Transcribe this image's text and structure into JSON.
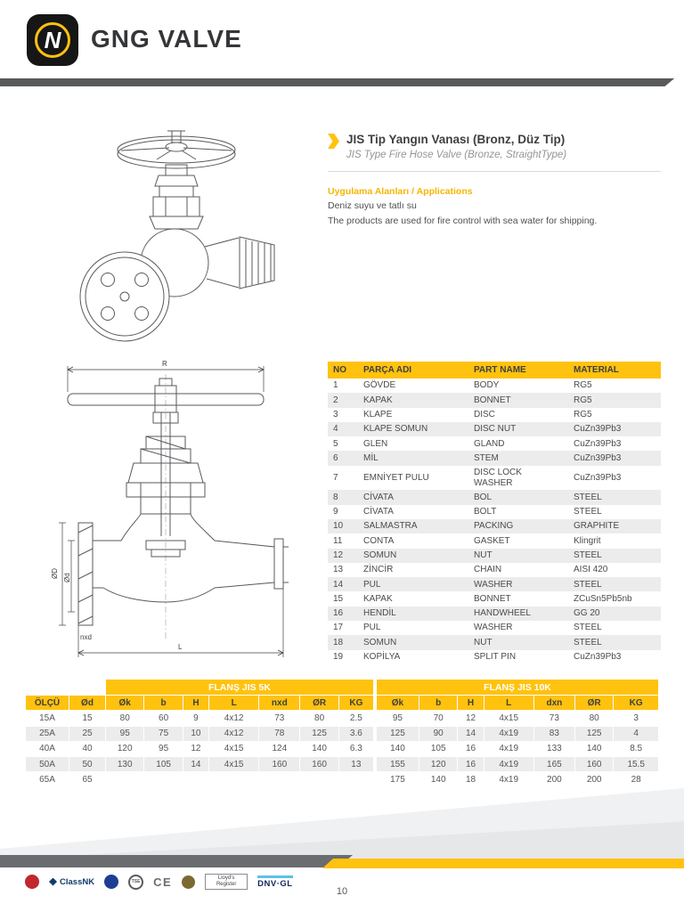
{
  "colors": {
    "accent_yellow": "#ffc20e",
    "band_gray": "#58595b",
    "row_alt_gray": "#ececed"
  },
  "brand": {
    "name": "GNG VALVE",
    "logo_letter": "N"
  },
  "product": {
    "title_tr": "JIS Tip Yangın Vanası (Bronz, Düz Tip)",
    "title_en": "JIS Type Fire Hose Valve (Bronze, StraightType)",
    "applications_heading": "Uygulama Alanları / Applications",
    "applications_line1": "Deniz suyu ve tatlı su",
    "applications_line2": "The products are used for fire control with sea water for shipping."
  },
  "drawing": {
    "dim_r": "R",
    "dim_l": "L",
    "dim_od_outer": "ØD",
    "dim_od_inner": "Ød",
    "dim_nxd": "nxd"
  },
  "parts_table": {
    "headers": [
      "NO",
      "PARÇA ADI",
      "PART NAME",
      "MATERIAL"
    ],
    "rows": [
      [
        "1",
        "GÖVDE",
        "BODY",
        "RG5"
      ],
      [
        "2",
        "KAPAK",
        "BONNET",
        "RG5"
      ],
      [
        "3",
        "KLAPE",
        "DISC",
        "RG5"
      ],
      [
        "4",
        "KLAPE SOMUN",
        "DISC NUT",
        "CuZn39Pb3"
      ],
      [
        "5",
        "GLEN",
        "GLAND",
        "CuZn39Pb3"
      ],
      [
        "6",
        "MİL",
        "STEM",
        "CuZn39Pb3"
      ],
      [
        "7",
        "EMNİYET PULU",
        "DISC LOCK WASHER",
        "CuZn39Pb3"
      ],
      [
        "8",
        "CİVATA",
        "BOL",
        "STEEL"
      ],
      [
        "9",
        "CİVATA",
        "BOLT",
        "STEEL"
      ],
      [
        "10",
        "SALMASTRA",
        "PACKING",
        "GRAPHITE"
      ],
      [
        "11",
        "CONTA",
        "GASKET",
        "Klingrit"
      ],
      [
        "12",
        "SOMUN",
        "NUT",
        "STEEL"
      ],
      [
        "13",
        "ZİNCİR",
        "CHAIN",
        "AISI 420"
      ],
      [
        "14",
        "PUL",
        "WASHER",
        "STEEL"
      ],
      [
        "15",
        "KAPAK",
        "BONNET",
        "ZCuSn5Pb5nb"
      ],
      [
        "16",
        "HENDİL",
        "HANDWHEEL",
        "GG 20"
      ],
      [
        "17",
        "PUL",
        "WASHER",
        "STEEL"
      ],
      [
        "18",
        "SOMUN",
        "NUT",
        "STEEL"
      ],
      [
        "19",
        "KOPİLYA",
        "SPLIT PIN",
        "CuZn39Pb3"
      ]
    ]
  },
  "dimensions_table": {
    "group_headers": [
      "FLANŞ JIS 5K",
      "FLANŞ JIS 10K"
    ],
    "base_headers": [
      "ÖLÇÜ",
      "Ød"
    ],
    "jis5k_headers": [
      "Øk",
      "b",
      "H",
      "L",
      "nxd",
      "ØR",
      "KG"
    ],
    "jis10k_headers": [
      "Øk",
      "b",
      "H",
      "L",
      "dxn",
      "ØR",
      "KG"
    ],
    "rows": [
      {
        "size": "15A",
        "od": "15",
        "jis5k": [
          "80",
          "60",
          "9",
          "4x12",
          "73",
          "80",
          "2.5"
        ],
        "jis10k": [
          "95",
          "70",
          "12",
          "4x15",
          "73",
          "80",
          "3"
        ]
      },
      {
        "size": "25A",
        "od": "25",
        "jis5k": [
          "95",
          "75",
          "10",
          "4x12",
          "78",
          "125",
          "3.6"
        ],
        "jis10k": [
          "125",
          "90",
          "14",
          "4x19",
          "83",
          "125",
          "4"
        ]
      },
      {
        "size": "40A",
        "od": "40",
        "jis5k": [
          "120",
          "95",
          "12",
          "4x15",
          "124",
          "140",
          "6.3"
        ],
        "jis10k": [
          "140",
          "105",
          "16",
          "4x19",
          "133",
          "140",
          "8.5"
        ]
      },
      {
        "size": "50A",
        "od": "50",
        "jis5k": [
          "130",
          "105",
          "14",
          "4x15",
          "160",
          "160",
          "13"
        ],
        "jis10k": [
          "155",
          "120",
          "16",
          "4x19",
          "165",
          "160",
          "15.5"
        ]
      },
      {
        "size": "65A",
        "od": "65",
        "jis5k": [
          "",
          "",
          "",
          "",
          "",
          "",
          ""
        ],
        "jis10k": [
          "175",
          "140",
          "18",
          "4x19",
          "200",
          "200",
          "28"
        ]
      }
    ]
  },
  "footer": {
    "page_number": "10",
    "certifications": [
      {
        "id": "emblem-red",
        "label": ""
      },
      {
        "id": "classnk",
        "label": "ClassNK"
      },
      {
        "id": "emblem-navy",
        "label": ""
      },
      {
        "id": "tse",
        "label": "TSE"
      },
      {
        "id": "ce",
        "label": "CE"
      },
      {
        "id": "emblem-round",
        "label": ""
      },
      {
        "id": "lloyds",
        "label": "Lloyd's Register"
      },
      {
        "id": "dnvgl",
        "label": "DNV·GL"
      }
    ]
  }
}
